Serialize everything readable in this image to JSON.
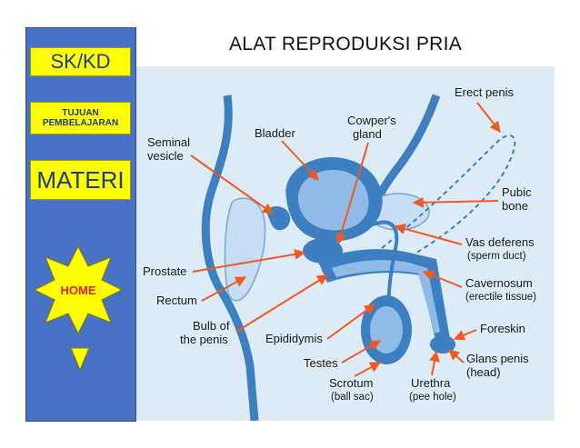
{
  "title": "ALAT REPRODUKSI PRIA",
  "colors": {
    "sidebar": "#4a72c4",
    "button": "#ffff00",
    "button_text": "#1f3d86",
    "home_text": "#d8231e",
    "diagram_bg": "#ddebf7",
    "organ": "#3d7fc1",
    "pointer": "#f05a22"
  },
  "nav": {
    "skkd": "SK/KD",
    "tujuan": "TUJUAN\nPEMBELAJARAN",
    "materi": "MATERI",
    "home": "HOME",
    "down_icon": "triangle-down-icon"
  },
  "diagram": {
    "labels": {
      "erect_penis": "Erect penis",
      "seminal_vesicle_1": "Seminal",
      "seminal_vesicle_2": "vesicle",
      "bladder": "Bladder",
      "cowpers_1": "Cowper's",
      "cowpers_2": "gland",
      "pubic_1": "Pubic",
      "pubic_2": "bone",
      "vas_deferens": "Vas deferens",
      "sperm_duct": "(sperm duct)",
      "prostate": "Prostate",
      "cavernosum": "Cavernosum",
      "erectile_tissue": "(erectile tissue)",
      "rectum": "Rectum",
      "foreskin": "Foreskin",
      "bulb_1": "Bulb of",
      "bulb_2": "the penis",
      "epididymis": "Epididymis",
      "glans_1": "Glans penis",
      "glans_2": "(head)",
      "testes": "Testes",
      "scrotum": "Scrotum",
      "ball_sac": "(ball sac)",
      "urethra": "Urethra",
      "pee_hole": "(pee hole)"
    }
  }
}
